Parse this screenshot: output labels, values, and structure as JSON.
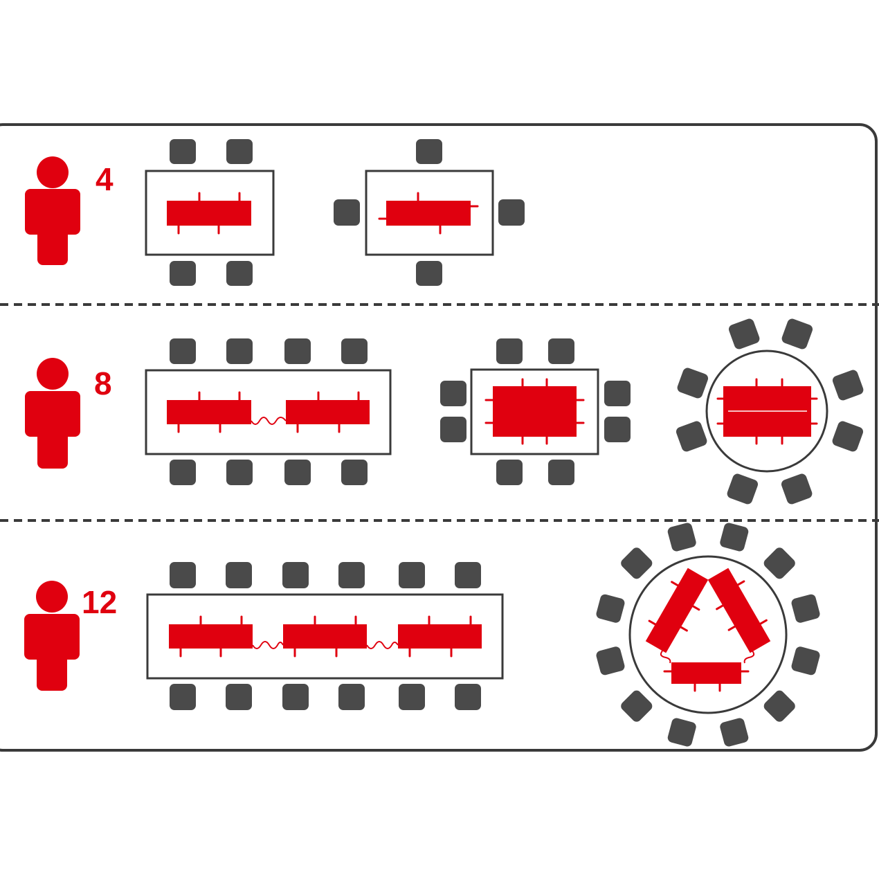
{
  "rows": [
    {
      "people_count": "4"
    },
    {
      "people_count": "8"
    },
    {
      "people_count": "12"
    }
  ],
  "icons": {
    "person": "person-icon",
    "chair": "chair-icon",
    "table_unit": "table-unit-icon"
  },
  "colors": {
    "accent": "#e0000f",
    "chair": "#4a4a4a",
    "outline": "#3a3a3a"
  }
}
